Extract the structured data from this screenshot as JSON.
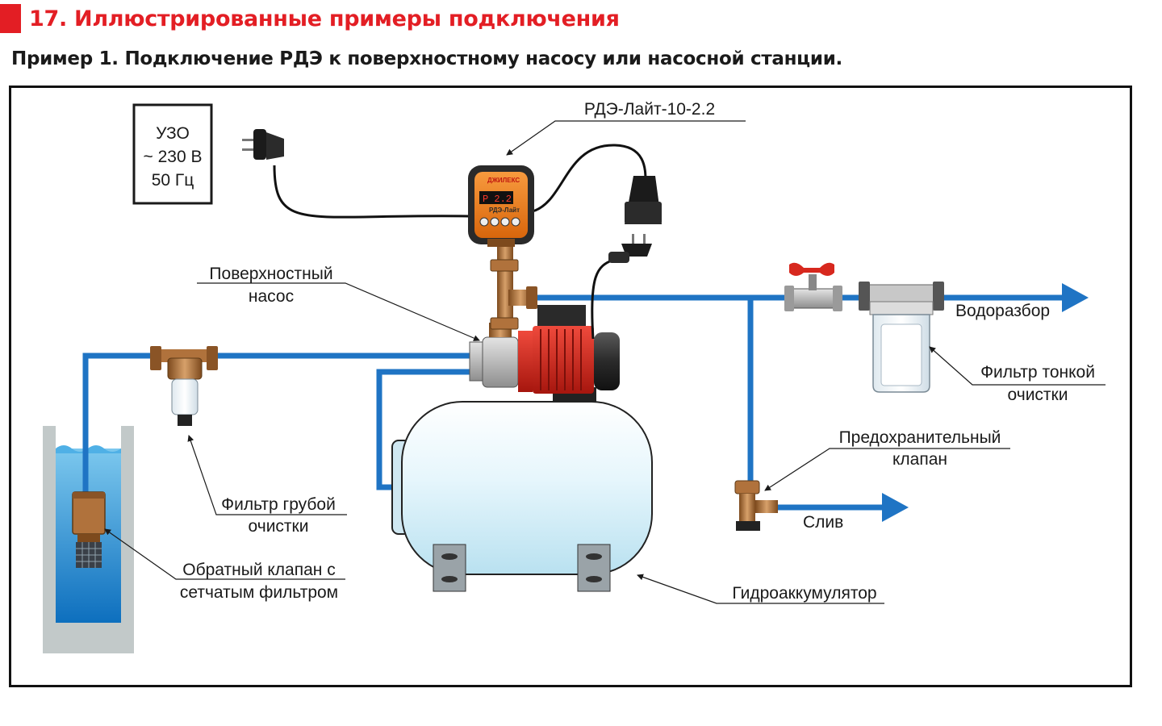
{
  "header": {
    "section_title": "17. Иллюстрированные примеры подключения",
    "example_title": "Пример 1. Подключение РДЭ к поверхностному насосу или насосной станции."
  },
  "colors": {
    "accent_red": "#e31e24",
    "pipe_blue": "#1f74c4",
    "relay_orange": "#f07d1a",
    "pump_red": "#d7281e",
    "brass": "#b0723c",
    "tank": "#dff3fb"
  },
  "labels": {
    "uzo_line1": "УЗО",
    "uzo_line2": "~ 230 В",
    "uzo_line3": "50 Гц",
    "relay": "РДЭ-Лайт-10-2.2",
    "pump_line1": "Поверхностный",
    "pump_line2": "насос",
    "water_outlet": "Водоразбор",
    "fine_filter_line1": "Фильтр тонкой",
    "fine_filter_line2": "очистки",
    "coarse_filter_line1": "Фильтр грубой",
    "coarse_filter_line2": "очистки",
    "safety_valve_line1": "Предохранительный",
    "safety_valve_line2": "клапан",
    "drain": "Слив",
    "check_valve_line1": "Обратный клапан с",
    "check_valve_line2": "сетчатым фильтром",
    "accumulator": "Гидроаккумулятор"
  },
  "relay_device": {
    "brand": "ДЖИЛЕКС",
    "display": "P 2.2",
    "model": "РДЭ-Лайт"
  }
}
